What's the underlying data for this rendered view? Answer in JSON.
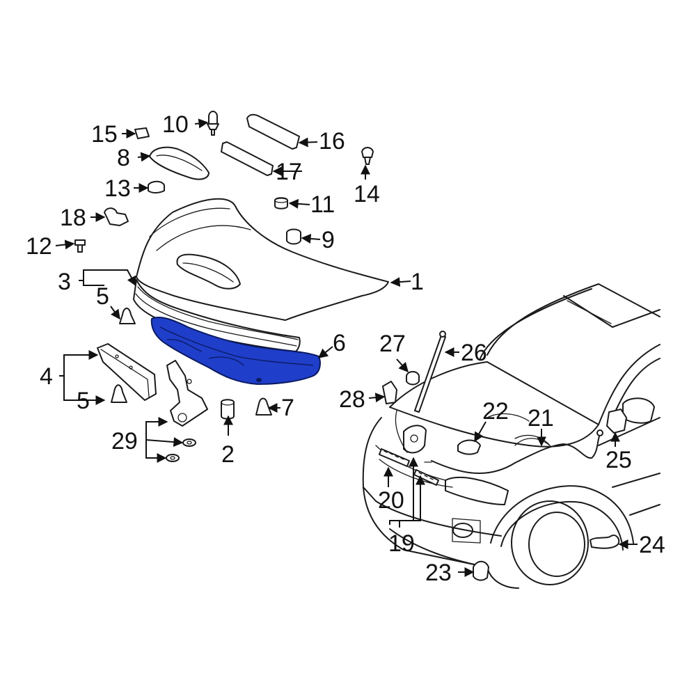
{
  "highlight_color": "#1f3ec9",
  "callouts": {
    "c1": "1",
    "c2": "2",
    "c3": "3",
    "c4": "4",
    "c5a": "5",
    "c5b": "5",
    "c6": "6",
    "c7": "7",
    "c8": "8",
    "c9": "9",
    "c10": "10",
    "c11": "11",
    "c12": "12",
    "c13": "13",
    "c14": "14",
    "c15": "15",
    "c16": "16",
    "c17": "17",
    "c18": "18",
    "c19": "19",
    "c20": "20",
    "c21": "21",
    "c22": "22",
    "c23": "23",
    "c24": "24",
    "c25": "25",
    "c26": "26",
    "c27": "27",
    "c28": "28",
    "c29": "29"
  }
}
